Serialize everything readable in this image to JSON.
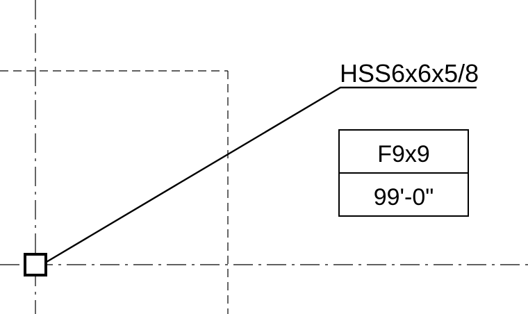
{
  "member_label": "HSS6x6x5/8",
  "footing_tag": {
    "type": "F9x9",
    "elevation": "99'-0\""
  },
  "colors": {
    "linework": "#000000",
    "background": "#ffffff"
  }
}
